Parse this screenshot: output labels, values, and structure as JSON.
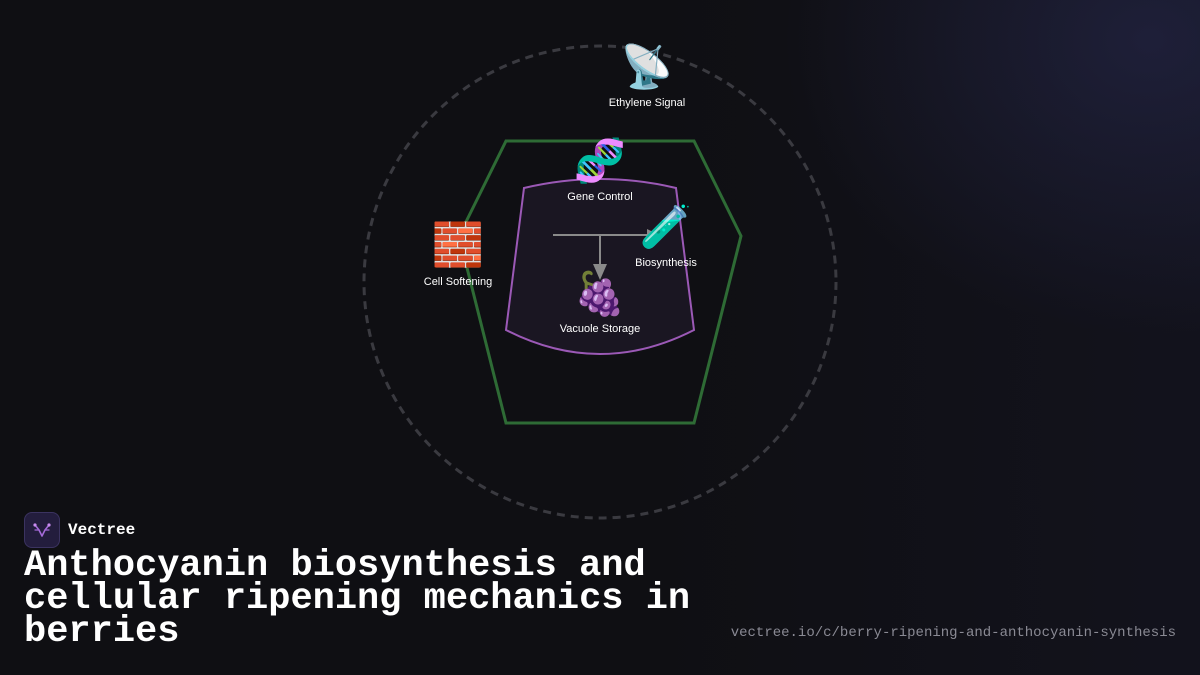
{
  "diagram": {
    "nodes": {
      "ethylene": {
        "label": "Ethylene Signal",
        "icon": "satellite-antenna-icon",
        "glyph": "📡"
      },
      "gene": {
        "label": "Gene Control",
        "icon": "dna-icon",
        "glyph": "🧬"
      },
      "biosynthesis": {
        "label": "Biosynthesis",
        "icon": "test-tube-icon",
        "glyph": "🧪"
      },
      "cell_softening": {
        "label": "Cell Softening",
        "icon": "brick-wall-icon",
        "glyph": "🧱"
      },
      "vacuole": {
        "label": "Vacuole Storage",
        "icon": "grapes-icon",
        "glyph": "🍇"
      }
    },
    "colors": {
      "outer_ring": "#3a3a40",
      "hexagon": "#2e6b35",
      "inner_vessel": "#9b59b6",
      "arrow": "#8a8a8a"
    }
  },
  "brand": {
    "name": "Vectree"
  },
  "title": "Anthocyanin biosynthesis and cellular ripening mechanics in berries",
  "url": "vectree.io/c/berry-ripening-and-anthocyanin-synthesis"
}
